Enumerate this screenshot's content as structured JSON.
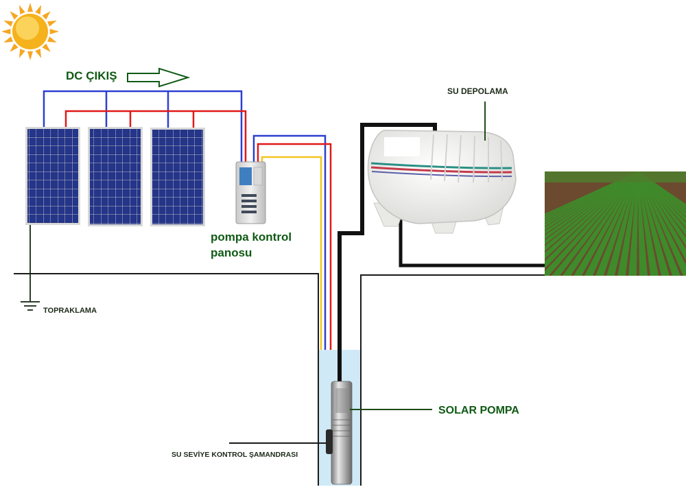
{
  "labels": {
    "dc_output": "DC ÇIKIŞ",
    "control_panel_line1": "pompa kontrol",
    "control_panel_line2": "panosu",
    "water_storage": "SU DEPOLAMA",
    "grounding": "TOPRAKLAMA",
    "solar_pump": "SOLAR POMPA",
    "level_float": "SU SEVİYE KONTROL ŞAMANDRASI"
  },
  "colors": {
    "wire_positive": "#e01818",
    "wire_negative": "#2c3fd0",
    "wire_signal": "#f2c521",
    "pipe": "#111111",
    "water": "#cfe9f7",
    "panel_cell": "#1d2a6e",
    "label_green": "#0f5a14",
    "sun": "#f6a623",
    "tank": "#f4f4f2",
    "field_soil": "#6b4a2f",
    "field_crop": "#3f8a2a"
  },
  "icons": [
    "sun-icon",
    "arrow-right-icon",
    "ground-symbol-icon"
  ]
}
